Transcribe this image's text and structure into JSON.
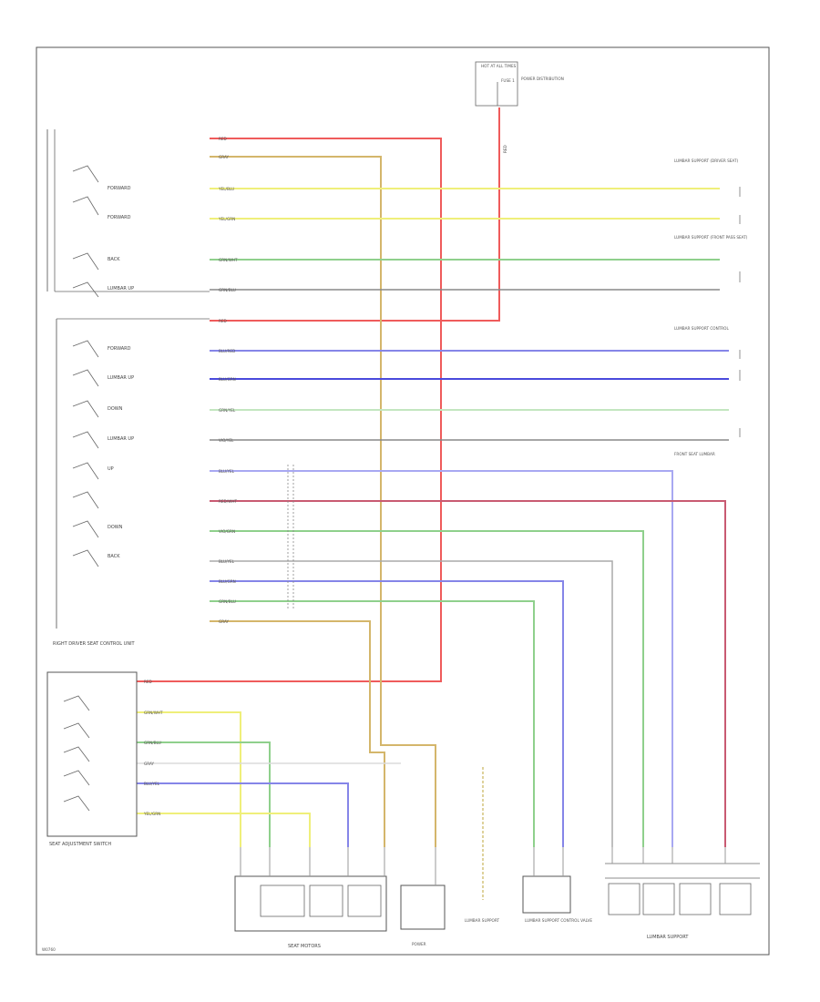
{
  "colors": {
    "red": "#ef5b5b",
    "tan": "#d4b66b",
    "yellow": "#efef7a",
    "green": "#8fd08c",
    "blue": "#8585e8",
    "dark_blue": "#4a4adc",
    "light_green": "#c3e6c0",
    "purple_blue": "#a8a8f2",
    "maroon": "#c85a72",
    "white": "#dcdcdc",
    "gray": "#888888"
  },
  "texts": {
    "top_fuse": "HOT AT ALL TIMES",
    "top_fuse_sub": "FUSE 1",
    "top_fuse_side": "POWER DISTRIBUTION",
    "top_wire": "RED",
    "control_unit": "RIGHT DRIVER SEAT CONTROL UNIT",
    "switch_lbl": "SEAT ADJUSTMENT SWITCH",
    "motor_block": "SEAT MOTORS",
    "motor_mid": "POWER",
    "motor_mid2": "LUMBAR SUPPORT",
    "motor_right": "LUMBAR SUPPORT CONTROL VALVE",
    "lumbar_group": "LUMBAR SUPPORT",
    "footer_code": "W0760",
    "rd_label_1": "LUMBAR SUPPORT (DRIVER SEAT)",
    "rd_label_2": "LUMBAR SUPPORT (FRONT PASS SEAT)",
    "rd_label_3": "LUMBAR SUPPORT CONTROL",
    "rd_label_4": "FRONT SEAT LUMBAR"
  },
  "switch_labels": [
    "FORWARD",
    "FORWARD",
    "BACK",
    "LUMBAR UP",
    "FORWARD",
    "LUMBAR UP",
    "DOWN",
    "LUMBAR UP",
    "UP",
    "DOWN",
    "BACK"
  ],
  "wire_labels": [
    "RED",
    "GRAY",
    "YEL/BLU",
    "YEL/GRN",
    "GRN/WHT",
    "GRN/BLU",
    "RED",
    "BLU/RED",
    "BLU/GRN",
    "GRN/YEL",
    "VIO/YEL",
    "BLU/YEL",
    "RED/WHT",
    "VIO/GRN",
    "BLU/YEL",
    "BLU/GRN",
    "GRN/BLU",
    "GRAY"
  ],
  "switch_wire_labels": [
    "RED",
    "GRN/WHT",
    "GRN/BLU",
    "GRAY",
    "BLU/YEL",
    "YEL/GRN"
  ]
}
